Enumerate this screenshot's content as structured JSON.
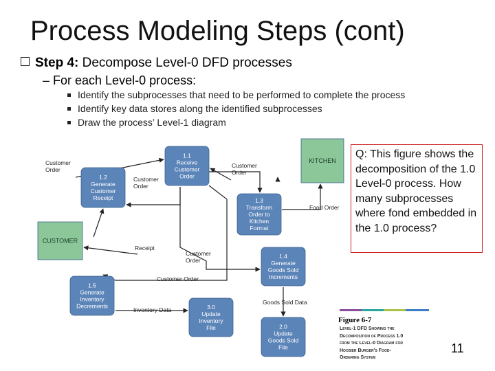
{
  "slide": {
    "title": "Process Modeling Steps (cont)",
    "step": {
      "label": "Step 4:",
      "text": " Decompose Level-0 DFD processes"
    },
    "sub": "– For each Level-0 process:",
    "bullets": [
      "Identify the subprocesses that need to be performed to complete the process",
      "Identify key data stores along the identified subprocesses",
      "Draw the process’ Level-1 diagram"
    ],
    "callout": "Q: This figure shows the decomposition of the 1.0 Level-0 process. How many subprocesses where fond embedded in the 1.0 process?",
    "figure_label": "Figure 6-7",
    "figure_caption": [
      "Level-1 DFD Showing the",
      "Decomposition of Process 1.0",
      "from the Level-0 Diagram for",
      "Hoosier Burger’s Food-",
      "Ordering System"
    ],
    "page_number": "11"
  },
  "colors": {
    "process_fill": "#5b84b8",
    "entity_fill": "#8cc79a",
    "arrow": "#222222",
    "callout_border": "#cc1f1f",
    "caption_bar": [
      "#8a4d9c",
      "#2aa6a0",
      "#aac24a",
      "#3b7ec8"
    ]
  },
  "diagram": {
    "entities": [
      {
        "id": "customer",
        "lines": [
          "CUSTOMER"
        ]
      },
      {
        "id": "kitchen",
        "lines": [
          "KITCHEN"
        ]
      }
    ],
    "processes": [
      {
        "id": "p11",
        "lines": [
          "1.1",
          "Receive",
          "Customer",
          "Order"
        ]
      },
      {
        "id": "p12",
        "lines": [
          "1.2",
          "Generate",
          "Customer",
          "Receipt"
        ]
      },
      {
        "id": "p13",
        "lines": [
          "1.3",
          "Transform",
          "Order to",
          "Kitchen",
          "Format"
        ]
      },
      {
        "id": "p14",
        "lines": [
          "1.4",
          "Generate",
          "Goods Sold",
          "Increments"
        ]
      },
      {
        "id": "p15",
        "lines": [
          "1.5",
          "Generate",
          "Inventory",
          "Decrements"
        ]
      },
      {
        "id": "p20",
        "lines": [
          "2.0",
          "Update",
          "Goods Sold",
          "File"
        ]
      },
      {
        "id": "p30",
        "lines": [
          "3.0",
          "Update",
          "Inventory",
          "File"
        ]
      }
    ],
    "flows": [
      {
        "id": "f1",
        "lines": [
          "Customer",
          "Order"
        ]
      },
      {
        "id": "f2",
        "lines": [
          "Customer",
          "Order"
        ]
      },
      {
        "id": "f3",
        "lines": [
          "Customer",
          "Order"
        ]
      },
      {
        "id": "f4",
        "lines": [
          "Food Order"
        ]
      },
      {
        "id": "f5",
        "lines": [
          "Receipt"
        ]
      },
      {
        "id": "f6",
        "lines": [
          "Customer",
          "Order"
        ]
      },
      {
        "id": "f7",
        "lines": [
          "Customer Order"
        ]
      },
      {
        "id": "f8",
        "lines": [
          "Goods Sold Data"
        ]
      },
      {
        "id": "f9",
        "lines": [
          "Inventory Data"
        ]
      }
    ]
  }
}
